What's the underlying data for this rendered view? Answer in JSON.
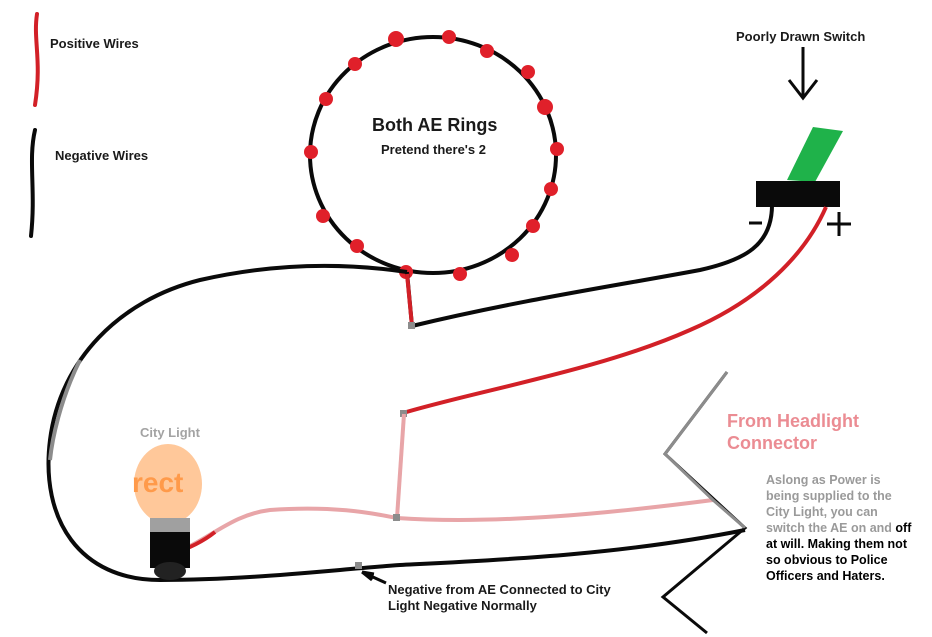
{
  "colors": {
    "positive": "#d22027",
    "positive_light": "#e8a5a8",
    "negative": "#0a0a0a",
    "gray_wire": "#8c8c8c",
    "led": "#e0202a",
    "switch_toggle": "#1fb24a",
    "bulb": "#ffc89a",
    "bulb_base_gray": "#a0a0a0",
    "bulb_base_black": "#0a0a0a",
    "headlight_text": "#eb8c93"
  },
  "legend": {
    "positive": "Positive Wires",
    "negative": "Negative Wires"
  },
  "switch": {
    "label": "Poorly Drawn Switch",
    "minus": "-",
    "plus": "+"
  },
  "rings": {
    "title": "Both AE Rings",
    "subtitle": "Pretend there's 2"
  },
  "city_light": {
    "label": "City Light",
    "bulb_text": "rect"
  },
  "headlight": {
    "label": "From Headlight Connector"
  },
  "note": {
    "gray_part": "Aslong as Power is being supplied to the City Light, you can switch the AE on and",
    "dark_part": "off at will. Making them not so obvious to Police Officers and Haters."
  },
  "negative_note": {
    "text": "Negative from AE Connected to City Light Negative Normally"
  }
}
